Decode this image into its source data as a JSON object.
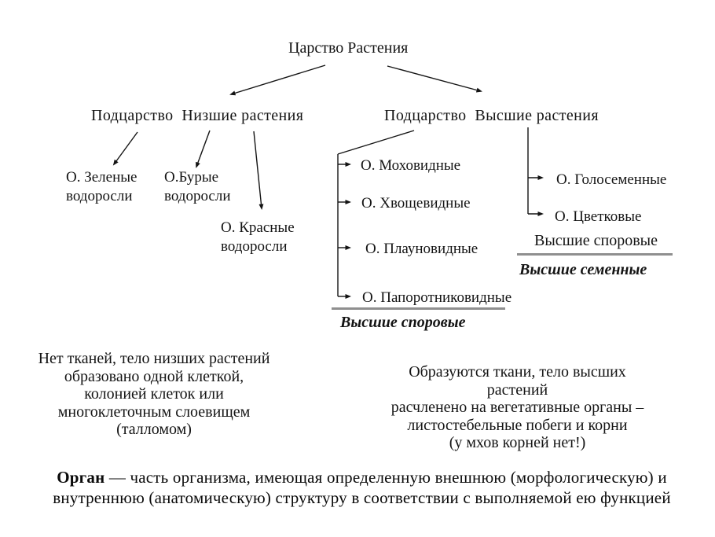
{
  "colors": {
    "text": "#141414",
    "rule_gray": "#8f8f8f",
    "background": "#ffffff"
  },
  "diagram": {
    "title": "Царство Растения",
    "subkingdoms": {
      "lower": "Подцарство  Низшие растения",
      "higher": "Подцарство  Высшие растения"
    },
    "lower_orders": {
      "green": "О. Зеленые\nводоросли",
      "brown": "О.Бурые\nводоросли",
      "red": "О. Красные\nводоросли"
    },
    "higher_spore_orders": {
      "mosses": "О. Моховидные",
      "horsetails": "О. Хвощевидные",
      "clubmosses": "О. Плауновидные",
      "ferns": "О. Папоротниковидные",
      "group_label": "Высшие споровые"
    },
    "higher_seed_orders": {
      "gymnosperms": "О. Голосеменные",
      "flowering": "О. Цветковые",
      "note_above_rule": "Высшие споровые",
      "group_label": "Высшие семенные"
    }
  },
  "notes": {
    "lower_note": "Нет тканей, тело низших растений\nобразовано одной клеткой,\nколонией клеток или\nмногоклеточным слоевищем\n(талломом)",
    "higher_note": "Образуются ткани, тело высших растений\nрасчленено на вегетативные органы –\nлистостебельные побеги и корни\n(у мхов корней нет!)"
  },
  "definition": {
    "term": "Орган",
    "line1_rest": " — часть организма, имеющая определенную внешнюю (морфологическую) и",
    "line2": "внутреннюю (анатомическую) структуру в соответствии с выполняемой ею функцией"
  }
}
